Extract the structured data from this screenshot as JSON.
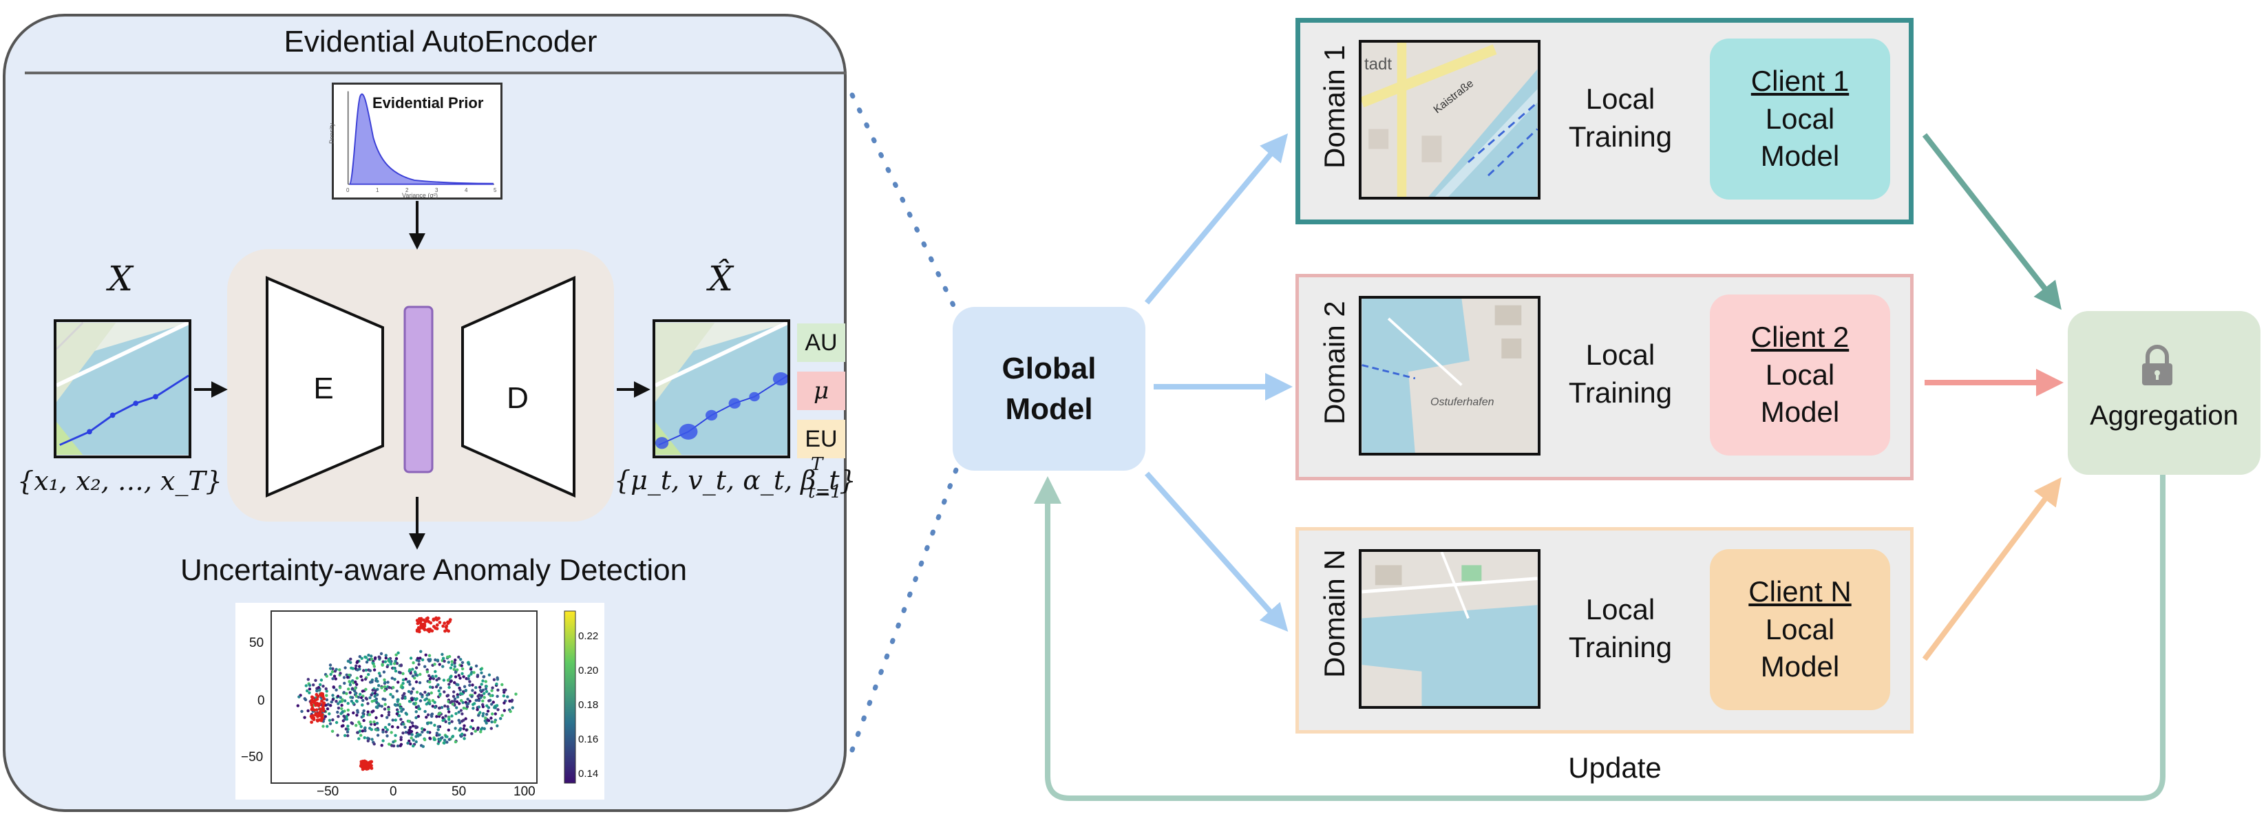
{
  "evidential": {
    "title": "Evidential AutoEncoder",
    "prior_label": "Evidential Prior",
    "prior_xlabel": "Variance (σ²)",
    "prior_ylabel": "Density",
    "prior_ticks": [
      "0",
      "1",
      "2",
      "3",
      "4",
      "5"
    ],
    "input_symbol": "X",
    "input_set": "{x₁, x₂, …, x_T}",
    "output_symbol": "X̂",
    "output_set": "{μ_t, v_t, α_t, β_t}",
    "output_set_sup": "T",
    "output_set_sub": "t=1",
    "encoder": "E",
    "decoder": "D",
    "badges": [
      "AU",
      "μ",
      "EU"
    ],
    "detection": "Uncertainty-aware Anomaly Detection"
  },
  "scatter": {
    "x_ticks": [
      "−50",
      "0",
      "50",
      "100"
    ],
    "y_ticks": [
      "50",
      "0",
      "−50"
    ],
    "colorbar_ticks": [
      "0.22",
      "0.20",
      "0.18",
      "0.16",
      "0.14"
    ]
  },
  "global_model": "Global Model",
  "domains": [
    {
      "label": "Domain 1",
      "client": "Client 1",
      "local": "Local",
      "model": "Model",
      "training_line1": "Local",
      "training_line2": "Training",
      "map_text": "Kaistraße",
      "map_text2": "tadt",
      "border": "#3a8f8f",
      "fill": "#a9e3e3"
    },
    {
      "label": "Domain 2",
      "client": "Client 2",
      "local": "Local",
      "model": "Model",
      "training_line1": "Local",
      "training_line2": "Training",
      "map_text": "Ostuferhafen",
      "map_text2": "",
      "border": "#e8b3b3",
      "fill": "#fbd2d2"
    },
    {
      "label": "Domain N",
      "client": "Client N",
      "local": "Local",
      "model": "Model",
      "training_line1": "Local",
      "training_line2": "Training",
      "map_text": "",
      "map_text2": "",
      "border": "#f9dab8",
      "fill": "#f8d8ae"
    }
  ],
  "aggregation": "Aggregation",
  "update": "Update",
  "colors": {
    "eae_fill": "#e4ecf8",
    "core_fill": "#eee8e3",
    "latent": "#c7a6e5",
    "global_fill": "#d6e6f8",
    "agg_fill": "#dbe8d6",
    "arrow_blue": "#a7cdf2",
    "arrow_teal": "#6aa79a",
    "arrow_pink": "#f29b96",
    "arrow_orange": "#f7c79a",
    "update_line": "#a6cdbf"
  }
}
